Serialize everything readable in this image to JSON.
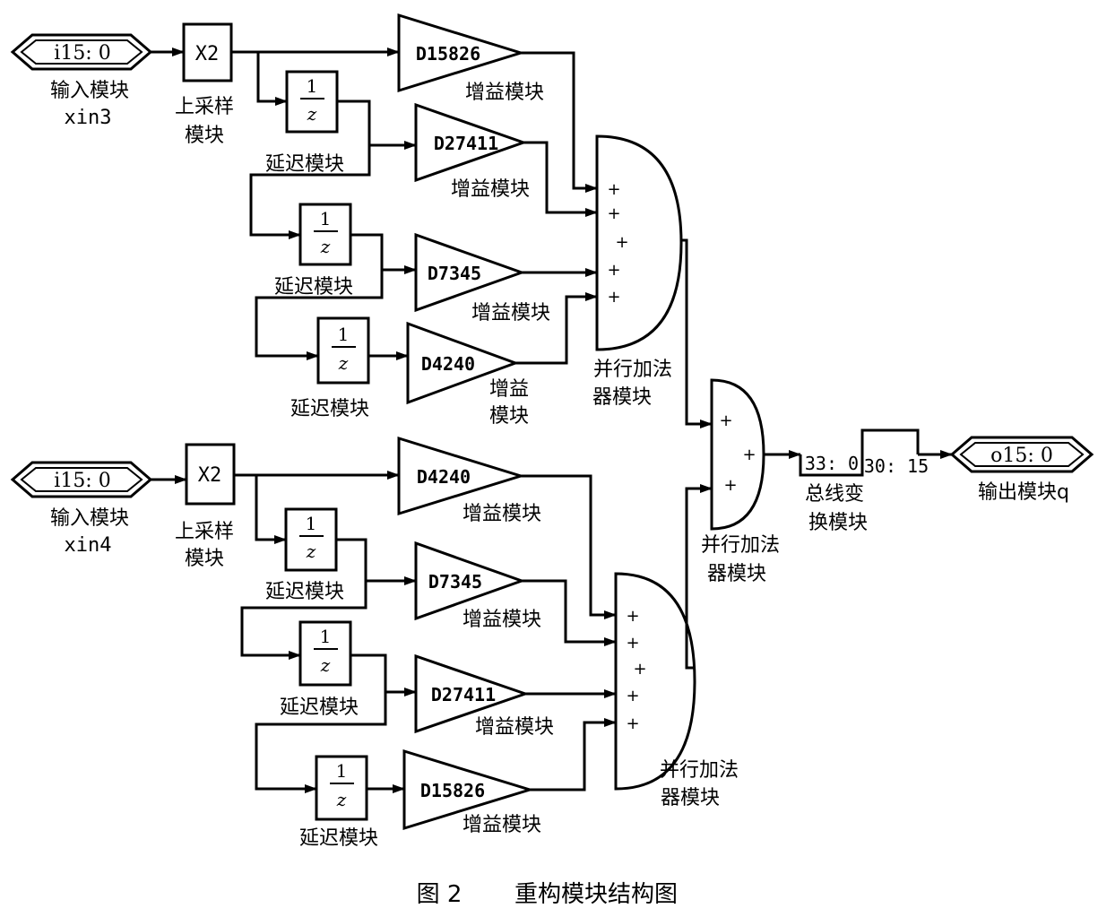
{
  "input_top": {
    "port": "i15: 0",
    "label": "输入模块",
    "sub": "xin3"
  },
  "input_bottom": {
    "port": "i15: 0",
    "label": "输入模块",
    "sub": "xin4"
  },
  "upsample": {
    "box": "X2",
    "label1": "上采样",
    "label2": "模块"
  },
  "delay": {
    "num": "1",
    "den": "z",
    "label": "延迟模块"
  },
  "gain_label": "增益模块",
  "gain_label_split": [
    "增益",
    "模块"
  ],
  "gains_top": [
    "D15826",
    "D27411",
    "D7345",
    "D4240"
  ],
  "gains_bottom": [
    "D4240",
    "D7345",
    "D27411",
    "D15826"
  ],
  "adder": {
    "sign": "+",
    "label1": "并行加法",
    "label2": "器模块"
  },
  "bus": {
    "in_range": "33: 0",
    "out_range": "30: 15",
    "label1": "总线变",
    "label2": "换模块"
  },
  "output": {
    "port": "o15: 0",
    "label": "输出模块q"
  },
  "caption": {
    "figure": "图 2",
    "title": "重构模块结构图"
  }
}
